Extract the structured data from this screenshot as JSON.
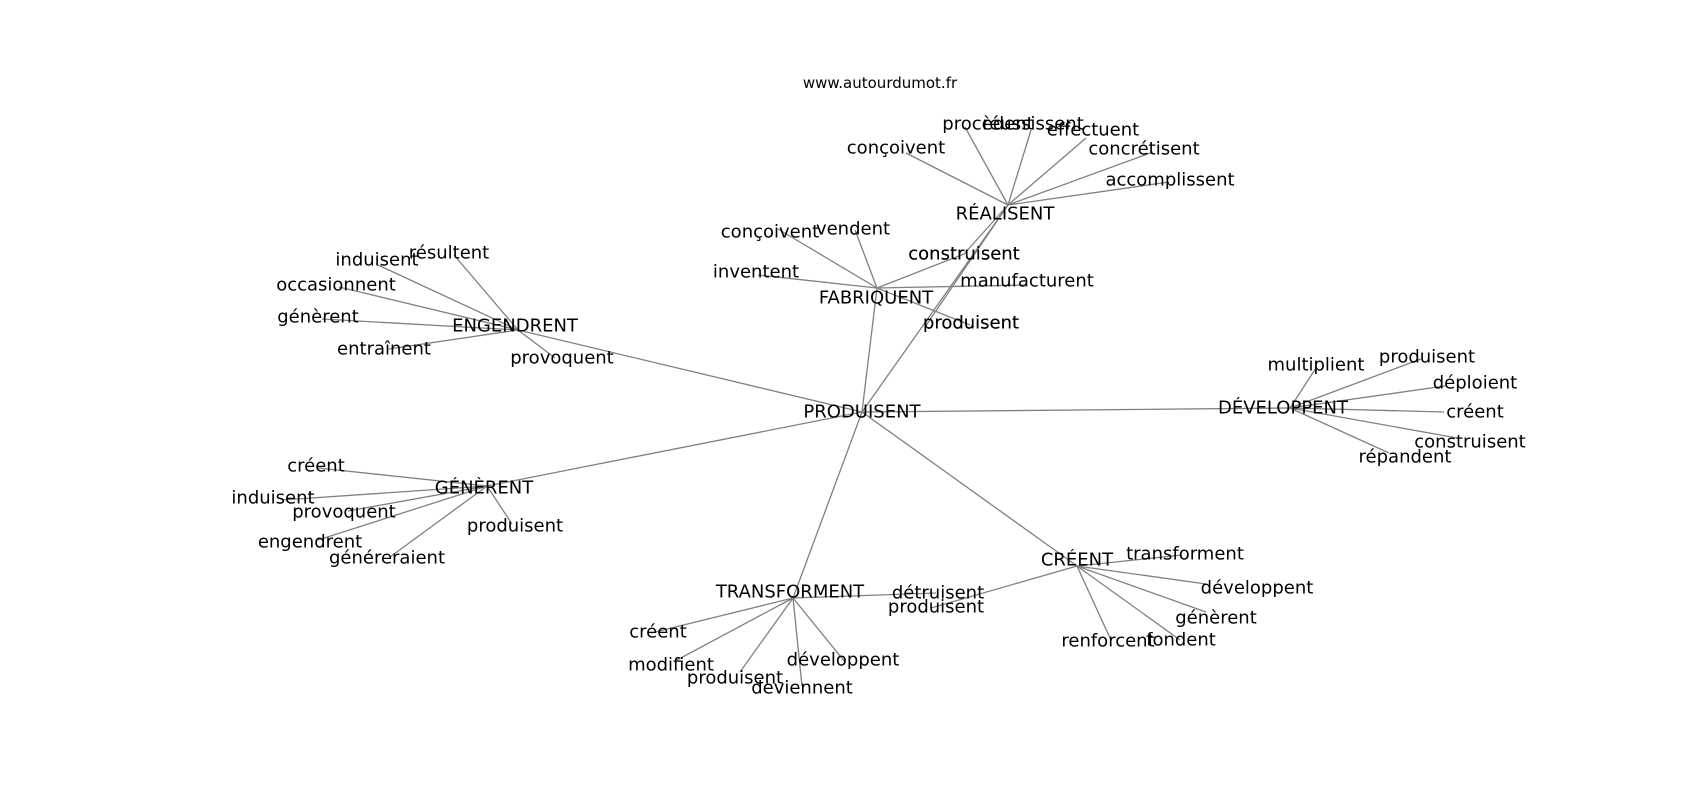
{
  "site": "www.autourdumot.fr",
  "graph": {
    "center": "PRODUISENT",
    "groups": [
      {
        "hub": "RÉALISENT",
        "words": [
          "procèdent",
          "réussissent",
          "effectuent",
          "conçoivent",
          "concrétisent",
          "accomplissent",
          "construisent",
          "produisent"
        ]
      },
      {
        "hub": "FABRIQUENT",
        "words": [
          "conçoivent",
          "vendent",
          "inventent",
          "construisent",
          "manufacturent",
          "produisent"
        ]
      },
      {
        "hub": "ENGENDRENT",
        "words": [
          "induisent",
          "résultent",
          "occasionnent",
          "génèrent",
          "entraînent",
          "provoquent"
        ]
      },
      {
        "hub": "DÉVELOPPENT",
        "words": [
          "multiplient",
          "produisent",
          "déploient",
          "créent",
          "construisent",
          "répandent"
        ]
      },
      {
        "hub": "GÉNÈRENT",
        "words": [
          "créent",
          "induisent",
          "provoquent",
          "engendrent",
          "généreraient",
          "produisent"
        ]
      },
      {
        "hub": "CRÉENT",
        "words": [
          "transforment",
          "développent",
          "génèrent",
          "fondent",
          "renforcent",
          "produisent"
        ]
      },
      {
        "hub": "TRANSFORMENT",
        "words": [
          "détruisent",
          "créent",
          "modifient",
          "produisent",
          "deviennent",
          "développent"
        ]
      }
    ]
  }
}
